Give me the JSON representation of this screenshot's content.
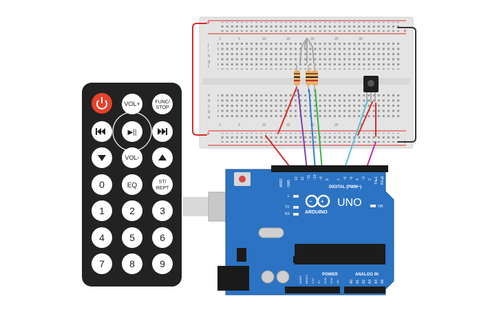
{
  "remote": {
    "buttons": {
      "power": "",
      "vol_up": "VOL+",
      "func_stop_line1": "FUNC/",
      "func_stop_line2": "STOP",
      "play_pause": "▶||",
      "vol_down": "VOL-",
      "eq": "EQ",
      "st_rept_line1": "ST/",
      "st_rept_line2": "REPT",
      "digits": [
        "0",
        "1",
        "2",
        "3",
        "4",
        "5",
        "6",
        "7",
        "8",
        "9"
      ]
    }
  },
  "breadboard": {
    "columns_top": [
      "1",
      "5",
      "10",
      "15",
      "20",
      "25",
      "30"
    ],
    "rows_top": [
      "j",
      "i",
      "h",
      "g",
      "f"
    ],
    "rows_bottom": [
      "e",
      "d",
      "c",
      "b",
      "a"
    ],
    "rail_plus": "+",
    "rail_minus": "-"
  },
  "arduino": {
    "logo_text": "ARDUINO",
    "model": "UNO",
    "digital_label": "DIGITAL (PWM~)",
    "power_label": "POWER",
    "analog_label": "ANALOG IN",
    "aref": "AREF",
    "gnd": "GND",
    "led_l": "L",
    "led_tx": "TX",
    "led_rx": "RX",
    "on_label": "ON",
    "digital_pins": [
      "13",
      "12",
      "~11",
      "~10",
      "~9",
      "8",
      "7",
      "~6",
      "~5",
      "4",
      "~3",
      "2",
      "TX▸1",
      "RX◂0"
    ],
    "power_pins": [
      "IOREF",
      "RESET",
      "3.3V",
      "5V",
      "GND",
      "GND",
      "Vin"
    ],
    "analog_pins": [
      "A0",
      "A1",
      "A2",
      "A3",
      "A4",
      "A5"
    ]
  },
  "colors": {
    "remote_body": "#222222",
    "remote_button": "#ffffff",
    "power_button": "#e8412c",
    "arduino_board": "#2c73c4",
    "breadboard": "#e6e6e6",
    "wire_red": "#d62a2a",
    "wire_purple": "#7b3fb0",
    "wire_blue": "#2a7fd0",
    "wire_green": "#3bb24a",
    "wire_cyan": "#5bc0d8",
    "wire_magenta": "#c2309a",
    "wire_black": "#333333"
  }
}
